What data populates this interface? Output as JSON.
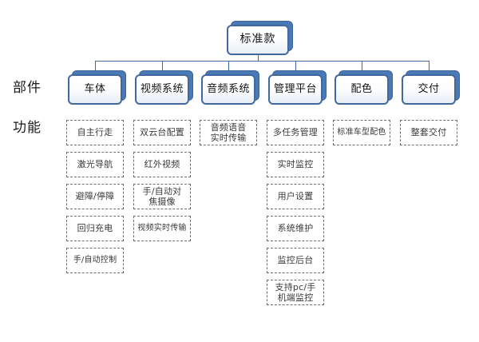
{
  "diagram": {
    "title": "标准款",
    "row_labels": {
      "parts": "部件",
      "functions": "功能"
    },
    "accent_color": "#41699f",
    "shadow_color": "#4a7ab5",
    "dash_color": "#6e6e6e",
    "root": {
      "label": "标准款"
    },
    "columns": [
      {
        "id": "vehicle-body",
        "label": "车体",
        "functions": [
          "自主行走",
          "激光导航",
          "避障/停障",
          "回归充电",
          "手/自动控制"
        ]
      },
      {
        "id": "video-system",
        "label": "视频系统",
        "functions": [
          "双云台配置",
          "红外视频",
          "手/自动对\n焦摄像",
          "视频实时传输"
        ]
      },
      {
        "id": "audio-system",
        "label": "音频系统",
        "functions": [
          "音频语音\n实时传输"
        ]
      },
      {
        "id": "management-platform",
        "label": "管理平台",
        "functions": [
          "多任务管理",
          "实时监控",
          "用户设置",
          "系统维护",
          "监控后台",
          "支持pc/手\n机端监控"
        ]
      },
      {
        "id": "color-scheme",
        "label": "配色",
        "functions": [
          "标准车型配色"
        ]
      },
      {
        "id": "delivery",
        "label": "交付",
        "functions": [
          "整套交付"
        ]
      }
    ]
  }
}
